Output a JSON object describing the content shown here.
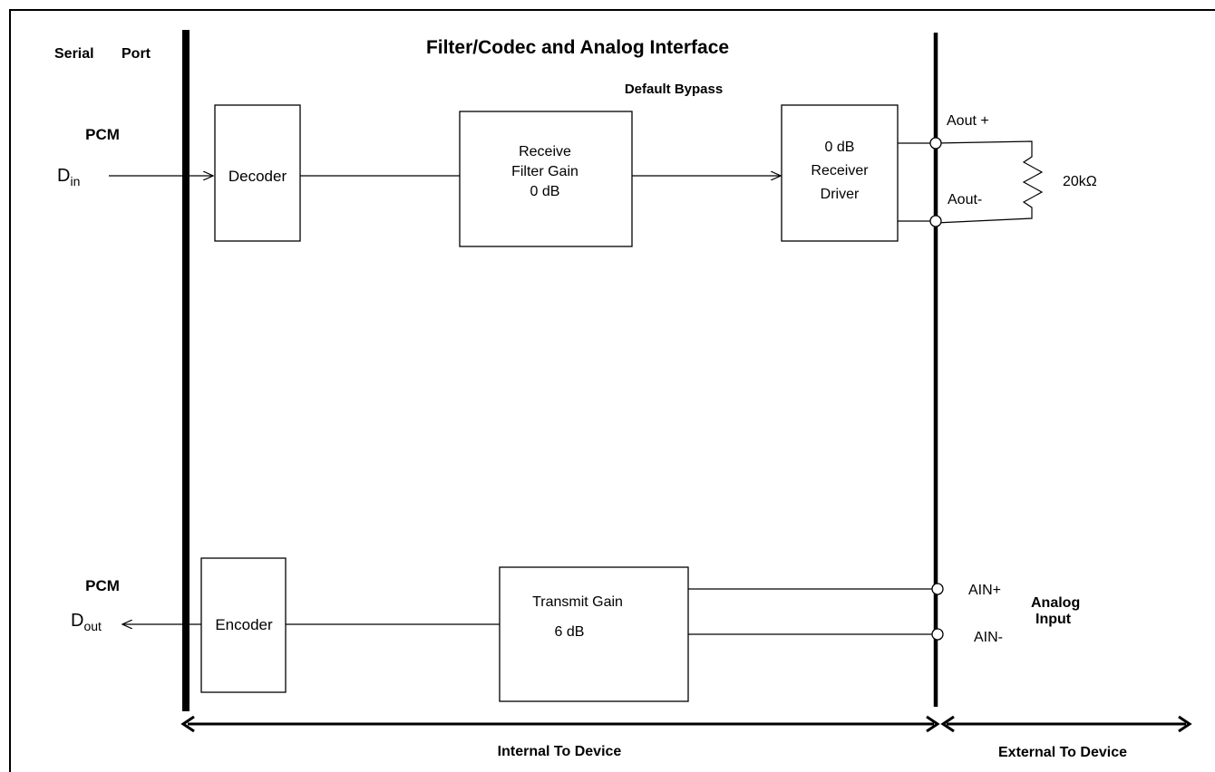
{
  "title": "Filter/Codec and Analog Interface",
  "serial_port": {
    "word1": "Serial",
    "word2": "Port"
  },
  "default_bypass": "Default Bypass",
  "receive_path": {
    "pcm_label": "PCM",
    "din_main": "D",
    "din_sub": "in",
    "decoder": "Decoder",
    "receive_filter": {
      "line1": "Receive",
      "line2": "Filter Gain",
      "line3": "0 dB"
    },
    "receiver_driver": {
      "line1": "0 dB",
      "line2": "Receiver",
      "line3": "Driver"
    },
    "aout_plus": "Aout +",
    "aout_minus": "Aout-",
    "resistor": "20kΩ"
  },
  "transmit_path": {
    "pcm_label": "PCM",
    "dout_main": "D",
    "dout_sub": "out",
    "encoder": "Encoder",
    "transmit_gain": {
      "line1": "Transmit Gain",
      "line2": "6 dB"
    },
    "ain_plus": "AIN+",
    "ain_minus": "AIN-",
    "analog_input": {
      "line1": "Analog",
      "line2": "Input"
    }
  },
  "bottom": {
    "internal": "Internal To Device",
    "external": "External To Device"
  }
}
